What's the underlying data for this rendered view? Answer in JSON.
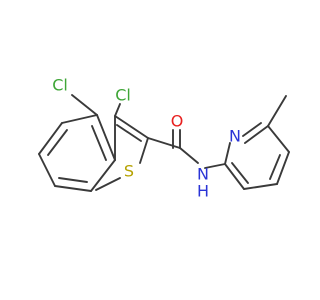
{
  "molecule": {
    "atom_labels": [
      {
        "id": "cl4",
        "text": "Cl",
        "element": "Cl"
      },
      {
        "id": "cl3",
        "text": "Cl",
        "element": "Cl"
      },
      {
        "id": "s",
        "text": "S",
        "element": "S"
      },
      {
        "id": "o",
        "text": "O",
        "element": "O"
      },
      {
        "id": "n_amide",
        "text": "N",
        "element": "N"
      },
      {
        "id": "h_amide",
        "text": "H",
        "element": "H"
      },
      {
        "id": "n_pyridine",
        "text": "N",
        "element": "N"
      }
    ]
  },
  "colors": {
    "bond": "#3a3a3a",
    "Cl": "#3fa637",
    "S": "#b5a200",
    "O": "#e8201f",
    "N": "#2a34d6",
    "H": "#2a34d6",
    "background": "#ffffff"
  }
}
